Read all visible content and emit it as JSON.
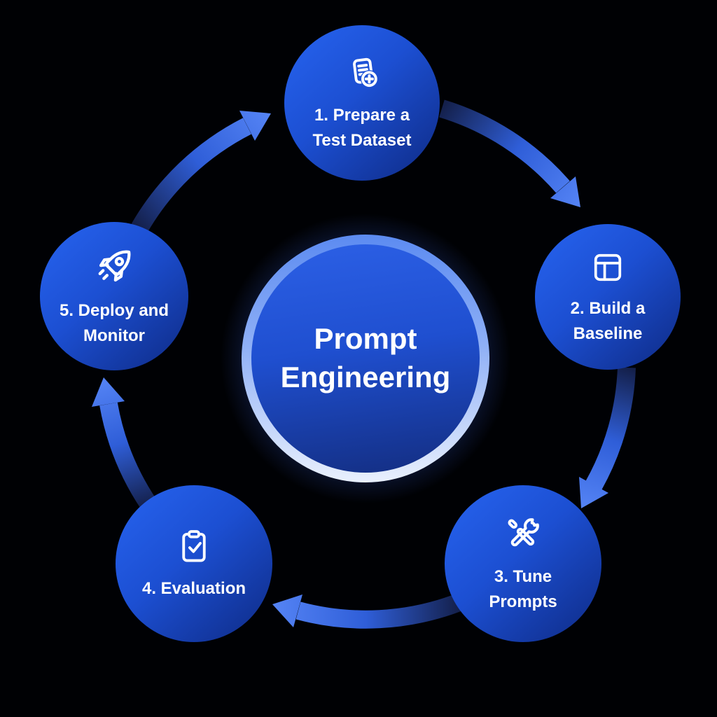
{
  "title": "Prompt Engineering",
  "steps": [
    {
      "id": 1,
      "label": "1. Prepare a Test Dataset",
      "icon": "document-add-icon"
    },
    {
      "id": 2,
      "label": "2. Build a Baseline",
      "icon": "table-icon"
    },
    {
      "id": 3,
      "label": "3. Tune Prompts",
      "icon": "wrench-screwdriver-icon"
    },
    {
      "id": 4,
      "label": "4. Evaluation",
      "icon": "clipboard-check-icon"
    },
    {
      "id": 5,
      "label": "5. Deploy and Monitor",
      "icon": "rocket-icon"
    }
  ],
  "cycle_direction": "clockwise",
  "colors": {
    "background": "#000104",
    "node_gradient_light": "#2764f0",
    "node_gradient_dark": "#0e2a84",
    "center_ring_top": "#5c8bf1",
    "center_ring_bottom": "#e9f0fd",
    "center_fill_top": "#2c60e6",
    "center_fill_bottom": "#132d80",
    "arrow_dark": "#14204b",
    "arrow_bright": "#5584f5",
    "text": "#ffffff"
  }
}
